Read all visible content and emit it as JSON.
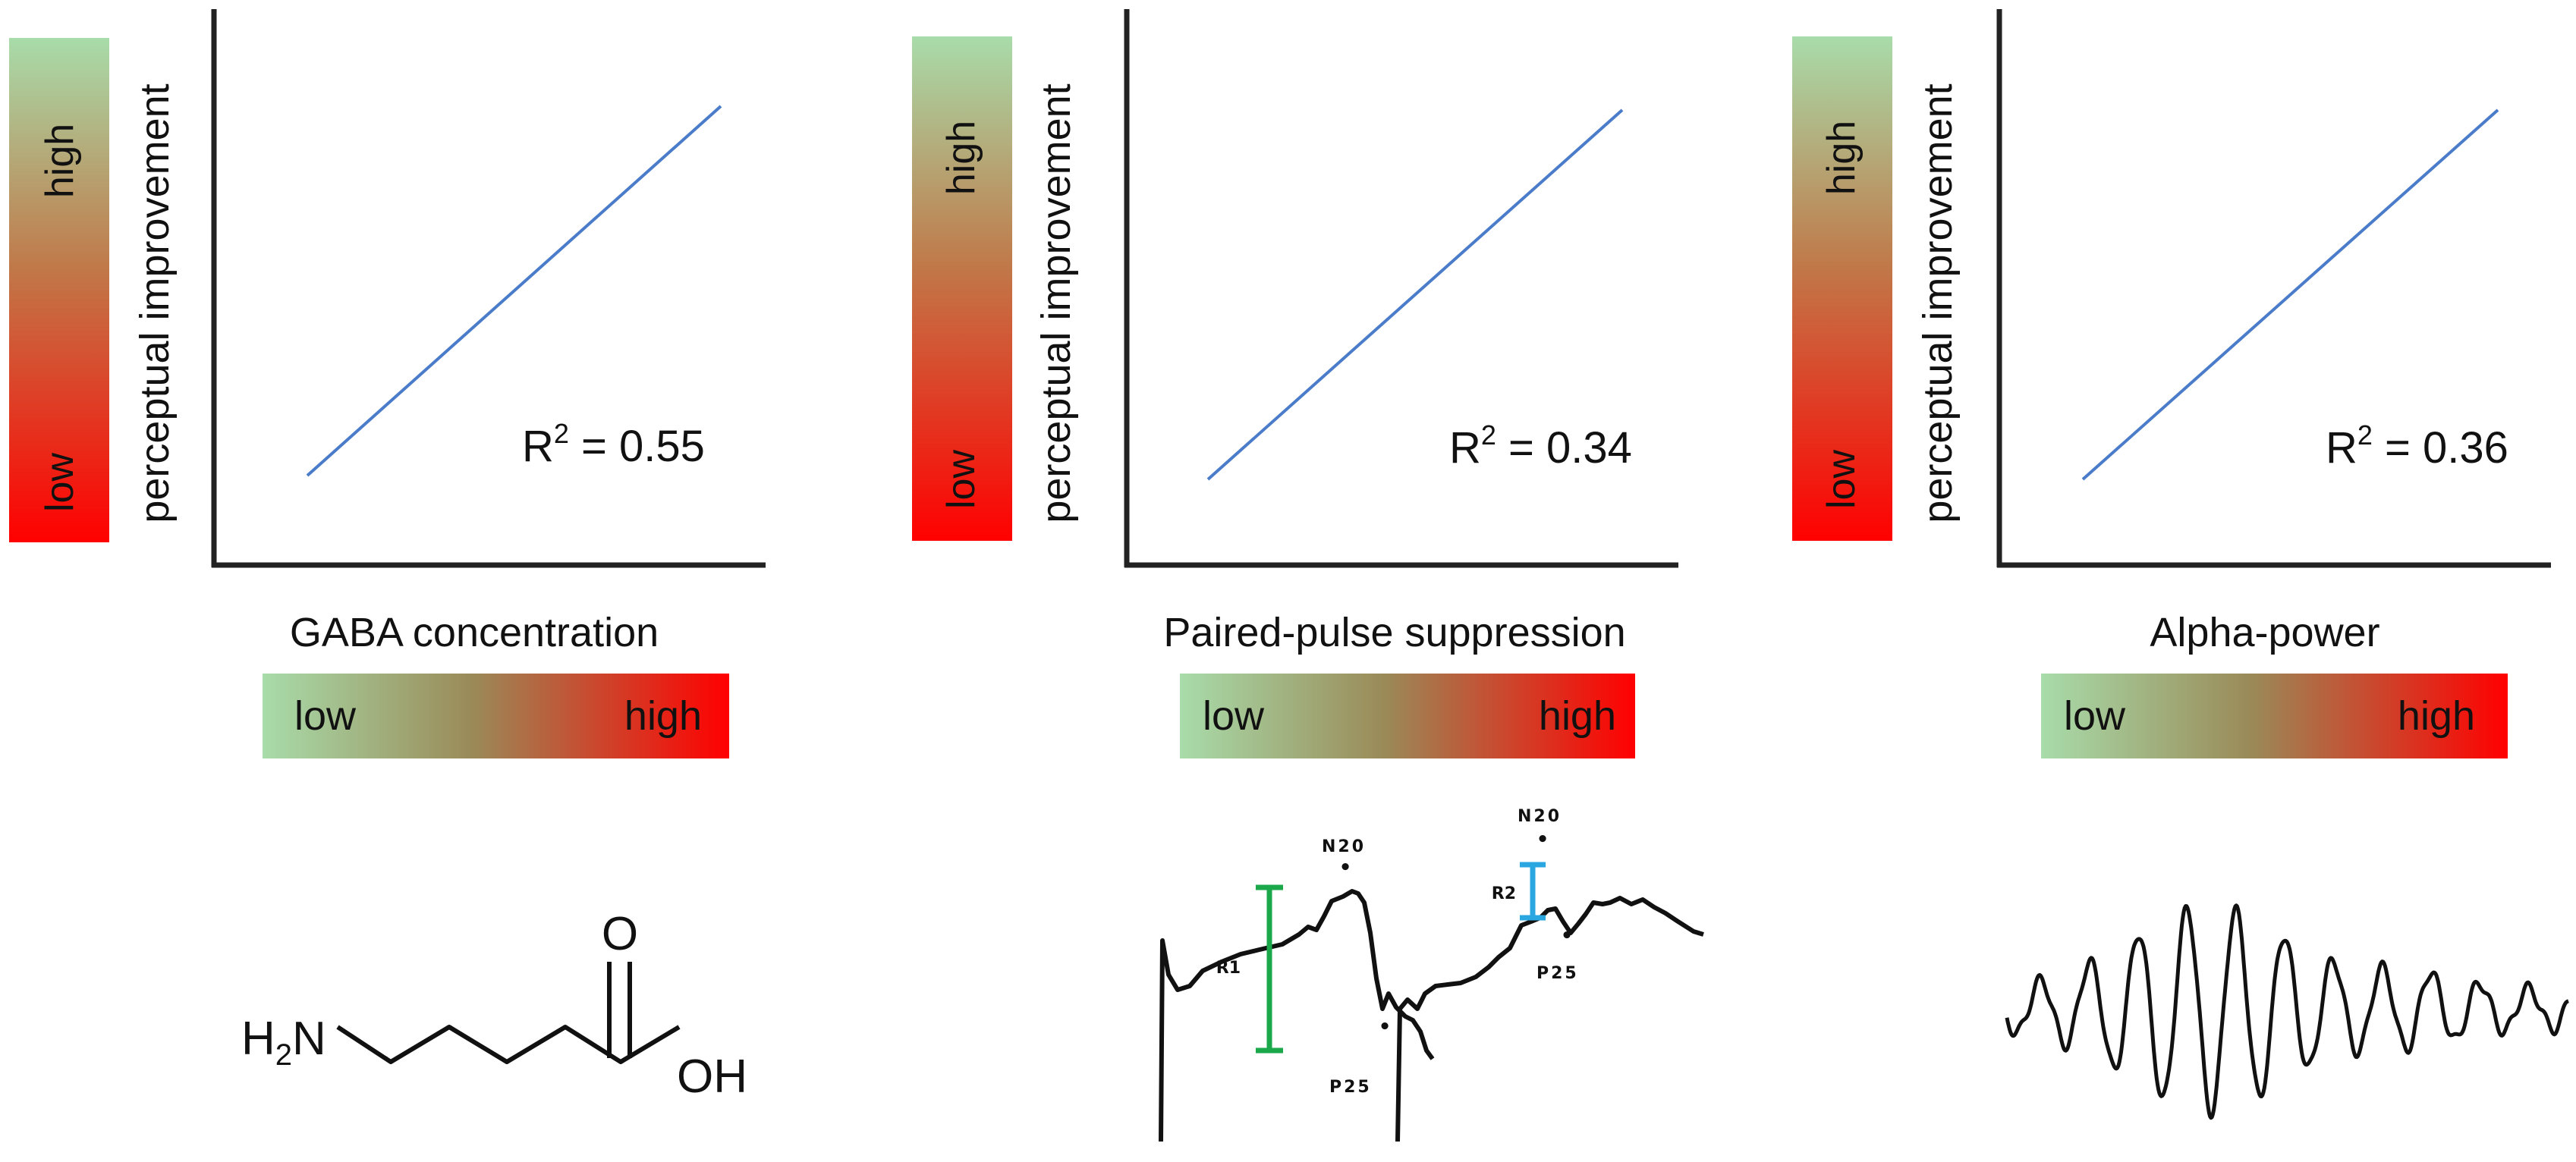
{
  "colors": {
    "low_green": "#a8dcaa",
    "mid_olive": "#8a9a5a",
    "high_red": "#ff0000",
    "trend_line": "#4a7cc9",
    "axis": "#222222",
    "r1_marker": "#1aa84a",
    "r2_marker": "#2aa7e0"
  },
  "shared": {
    "y_axis_label": "perceptual improvement",
    "y_scale_low": "low",
    "y_scale_high": "high",
    "x_scale_low": "low",
    "x_scale_high": "high",
    "r2_prefix": "R",
    "r2_exp": "2"
  },
  "panels": [
    {
      "x_label": "GABA concentration",
      "r2_value": " = 0.55",
      "illustration": "gaba-molecule"
    },
    {
      "x_label": "Paired-pulse suppression",
      "r2_value": " = 0.34",
      "illustration": "sep-waveform"
    },
    {
      "x_label": "Alpha-power",
      "r2_value": " = 0.36",
      "illustration": "alpha-oscillation"
    }
  ],
  "gaba": {
    "amine_h": "H",
    "amine_sub": "2",
    "amine_n": "N",
    "oxygen": "O",
    "hydroxyl": "OH"
  },
  "sep": {
    "peak_n20": "N20",
    "peak_p25": "P25",
    "r1": "R1",
    "r2": "R2",
    "dot": "•"
  }
}
